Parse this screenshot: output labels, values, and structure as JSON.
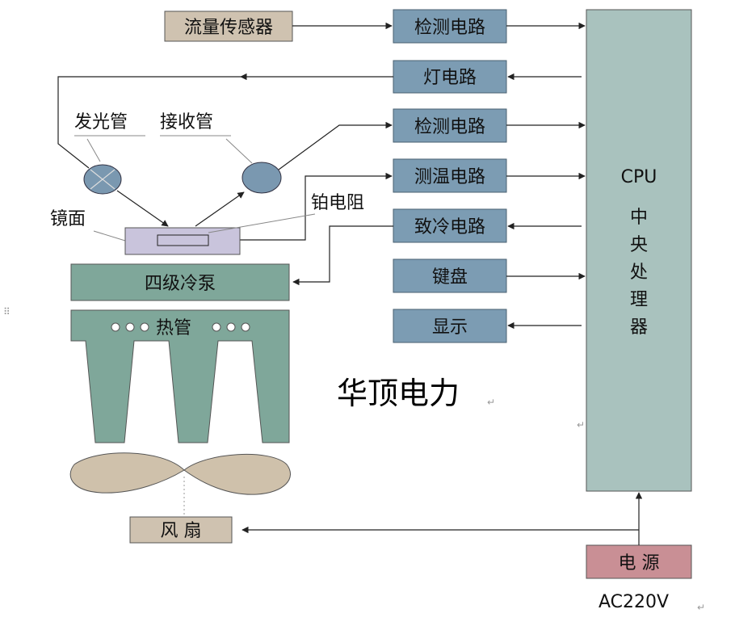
{
  "blocks": {
    "flow_sensor": "流量传感器",
    "detect_circuit_1": "检测电路",
    "lamp_circuit": "灯电路",
    "detect_circuit_2": "检测电路",
    "temp_circuit": "测温电路",
    "cooling_circuit": "致冷电路",
    "keyboard": "键盘",
    "display": "显示",
    "cooling_pump": "四级冷泵",
    "heat_pipe": "热管",
    "fan": "风 扇",
    "power": "电 源"
  },
  "cpu": {
    "title": "CPU",
    "chars": [
      "中",
      "央",
      "处",
      "理",
      "器"
    ]
  },
  "labels": {
    "emitter": "发光管",
    "receiver": "接收管",
    "mirror": "镜面",
    "platinum_resistor": "铂电阻",
    "ac_input": "AC220V",
    "watermark": "华顶电力"
  },
  "colors": {
    "circuit_box": "#7c9cb3",
    "cpu_fill": "#a9c2be",
    "cooler_fill": "#7fa79a",
    "tan_box": "#cfc2b0",
    "power_box": "#c98f95",
    "mirror_fill": "#c9c4dc",
    "lens_fill": "#7a98b0",
    "fan_fill": "#cfc1ab"
  }
}
